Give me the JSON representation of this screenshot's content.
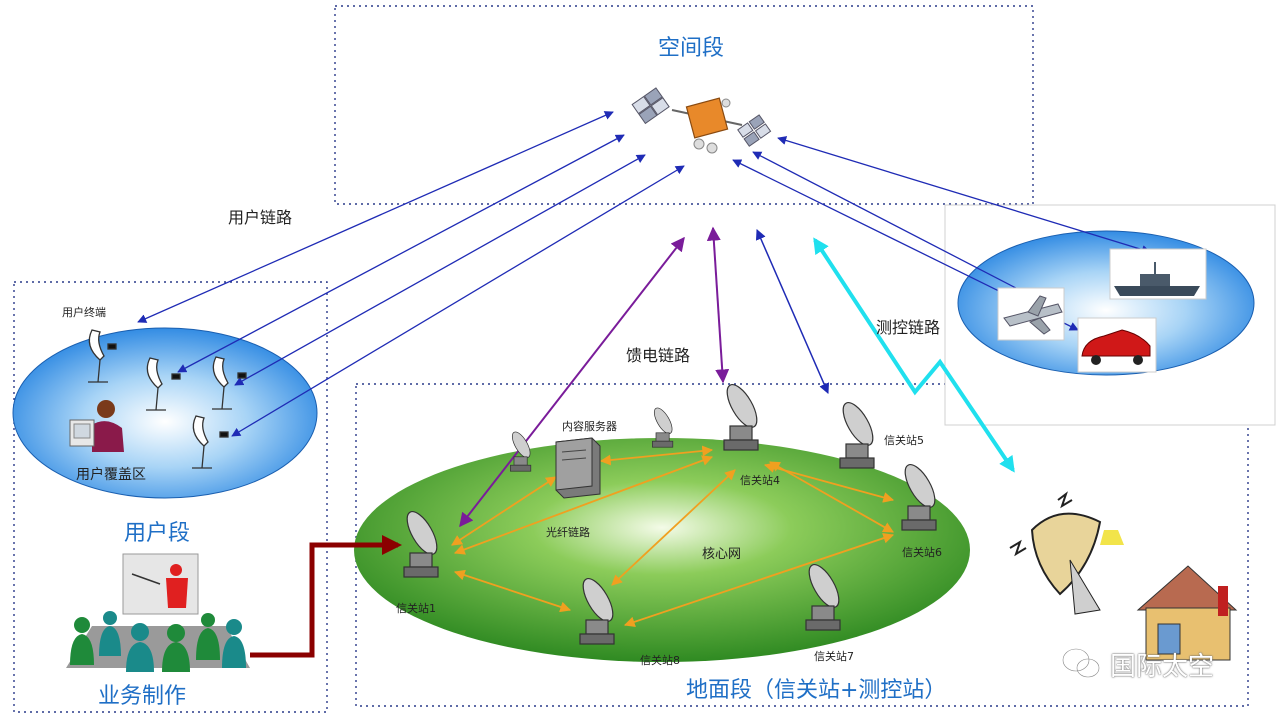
{
  "segments": {
    "space": "空间段",
    "user": "用户段",
    "ground": "地面段（信关站+测控站）"
  },
  "links": {
    "user_link": "用户链路",
    "feeder_link": "馈电链路",
    "ttc_link": "测控链路",
    "fiber_link": "光纤链路"
  },
  "user_area": {
    "terminal": "用户终端",
    "coverage": "用户覆盖区",
    "production": "业务制作"
  },
  "ground_area": {
    "content_server": "内容服务器",
    "core_network": "核心网",
    "gateways": [
      "信关站1",
      "信关站4",
      "信关站5",
      "信关站6",
      "信关站7",
      "信关站8"
    ]
  },
  "watermark": "国际太空",
  "colors": {
    "segment_title": "#1f6fc6",
    "user_link": "#1f2bb5",
    "feeder_link": "#7a1c9a",
    "fiber_link": "#f0a020",
    "ttc_link": "#20e0ee",
    "production_arrow": "#8b0000",
    "ground_ellipse": "#3c9a2c",
    "user_ellipse": "#2a86dc"
  }
}
